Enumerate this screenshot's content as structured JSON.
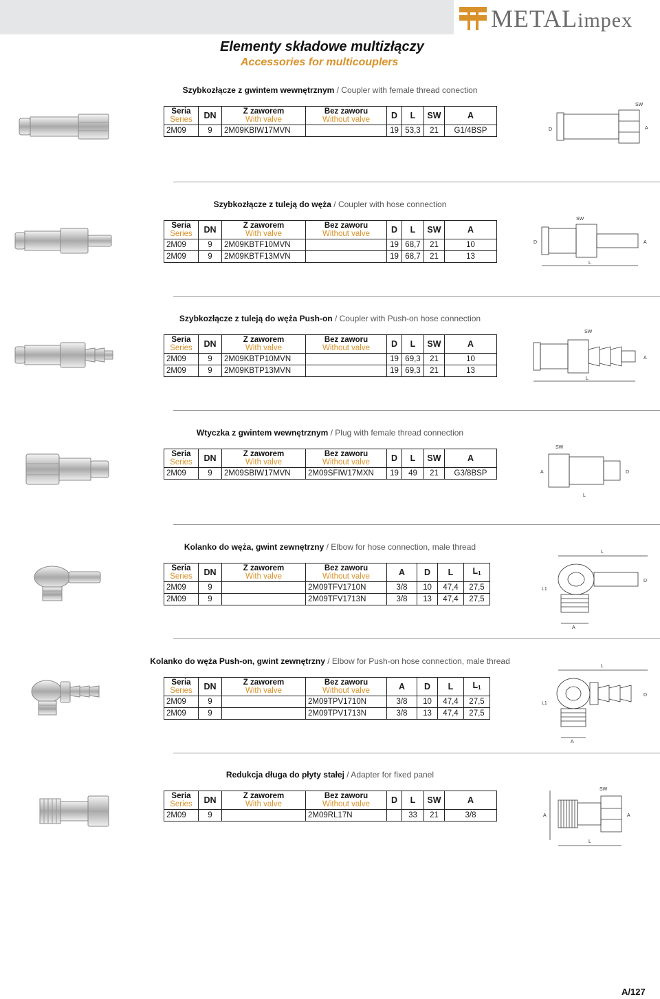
{
  "header": {
    "logo_text": "METAL",
    "logo_text_small": "impex",
    "title": "Elementy składowe multizłączy",
    "subtitle": "Accessories for multicouplers"
  },
  "columns": {
    "seria_pl": "Seria",
    "seria_en": "Series",
    "dn": "DN",
    "with_pl": "Z zaworem",
    "with_en": "With valve",
    "without_pl": "Bez zaworu",
    "without_en": "Without valve",
    "D": "D",
    "L": "L",
    "SW": "SW",
    "A": "A",
    "L1": "L",
    "L1_sub": "1"
  },
  "sections": [
    {
      "title_pl": "Szybkozłącze z gwintem wewnętrznym",
      "title_en": " / Coupler with female thread conection",
      "rows": [
        {
          "seria": "2M09",
          "dn": "9",
          "with": "2M09KBIW17MVN",
          "without": "",
          "D": "19",
          "L": "53,3",
          "SW": "21",
          "A": "G1/4BSP"
        }
      ]
    },
    {
      "title_pl": "Szybkozłącze z tuleją do węża",
      "title_en": " / Coupler with hose connection",
      "rows": [
        {
          "seria": "2M09",
          "dn": "9",
          "with": "2M09KBTF10MVN",
          "without": "",
          "D": "19",
          "L": "68,7",
          "SW": "21",
          "A": "10"
        },
        {
          "seria": "2M09",
          "dn": "9",
          "with": "2M09KBTF13MVN",
          "without": "",
          "D": "19",
          "L": "68,7",
          "SW": "21",
          "A": "13"
        }
      ]
    },
    {
      "title_pl": "Szybkozłącze z tuleją do węża Push-on",
      "title_en": " / Coupler with Push-on hose connection",
      "rows": [
        {
          "seria": "2M09",
          "dn": "9",
          "with": "2M09KBTP10MVN",
          "without": "",
          "D": "19",
          "L": "69,3",
          "SW": "21",
          "A": "10"
        },
        {
          "seria": "2M09",
          "dn": "9",
          "with": "2M09KBTP13MVN",
          "without": "",
          "D": "19",
          "L": "69,3",
          "SW": "21",
          "A": "13"
        }
      ]
    },
    {
      "title_pl": "Wtyczka z gwintem wewnętrznym",
      "title_en": " / Plug with female thread connection",
      "rows": [
        {
          "seria": "2M09",
          "dn": "9",
          "with": "2M09SBIW17MVN",
          "without": "2M09SFIW17MXN",
          "D": "19",
          "L": "49",
          "SW": "21",
          "A": "G3/8BSP"
        }
      ]
    },
    {
      "title_pl": "Kolanko do węża, gwint zewnętrzny",
      "title_en": " / Elbow for hose connection, male thread",
      "rows": [
        {
          "seria": "2M09",
          "dn": "9",
          "with": "",
          "without": "2M09TFV1710N",
          "A": "3/8",
          "D": "10",
          "L": "47,4",
          "L1": "27,5"
        },
        {
          "seria": "2M09",
          "dn": "9",
          "with": "",
          "without": "2M09TFV1713N",
          "A": "3/8",
          "D": "13",
          "L": "47,4",
          "L1": "27,5"
        }
      ]
    },
    {
      "title_pl": "Kolanko do węża Push-on, gwint zewnętrzny",
      "title_en": " / Elbow for Push-on hose connection, male thread",
      "rows": [
        {
          "seria": "2M09",
          "dn": "9",
          "with": "",
          "without": "2M09TPV1710N",
          "A": "3/8",
          "D": "10",
          "L": "47,4",
          "L1": "27,5"
        },
        {
          "seria": "2M09",
          "dn": "9",
          "with": "",
          "without": "2M09TPV1713N",
          "A": "3/8",
          "D": "13",
          "L": "47,4",
          "L1": "27,5"
        }
      ]
    },
    {
      "title_pl": "Redukcja długa do płyty stałej",
      "title_en": " / Adapter for fixed panel",
      "rows": [
        {
          "seria": "2M09",
          "dn": "9",
          "with": "",
          "without": "2M09RL17N",
          "D": "",
          "L": "33",
          "SW": "21",
          "A": "3/8"
        }
      ]
    }
  ],
  "page_number": "A/127",
  "colors": {
    "accent": "#d9922a",
    "band": "#e5e6e8"
  }
}
